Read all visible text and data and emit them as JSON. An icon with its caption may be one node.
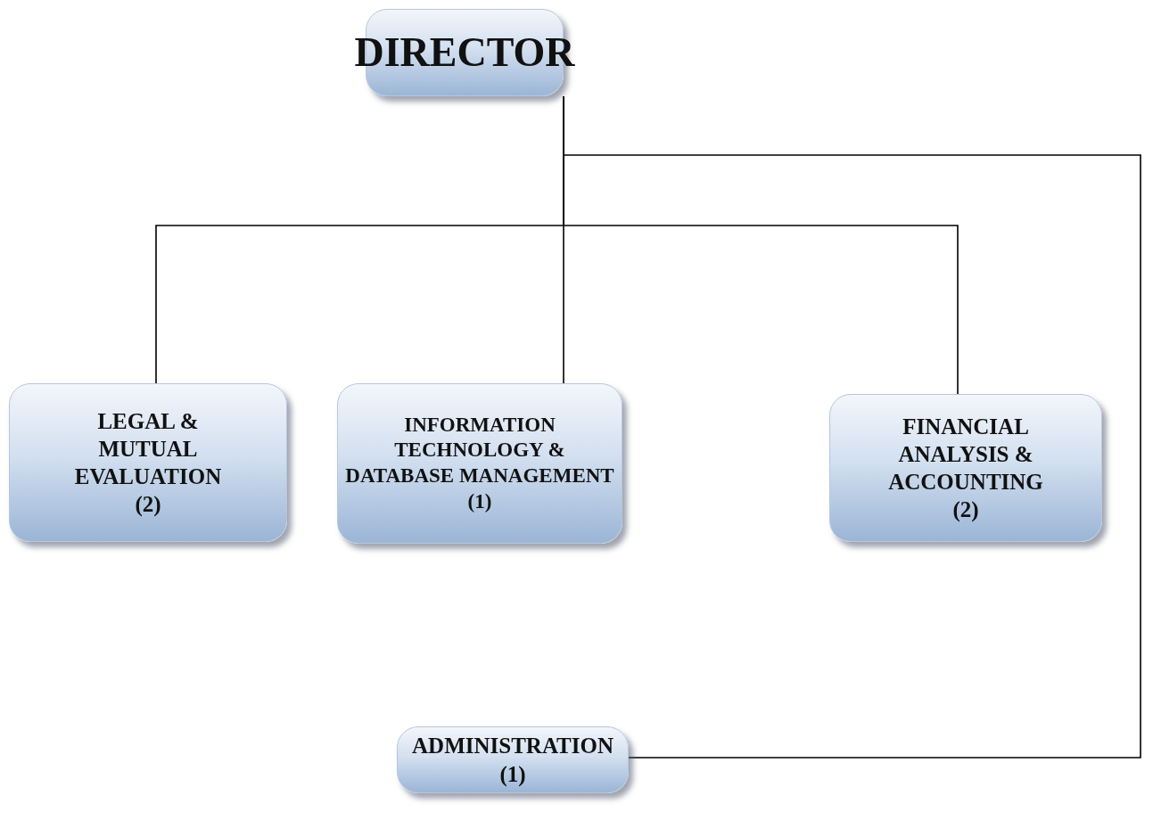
{
  "diagram": {
    "nodes": [
      {
        "text": [
          "DIRECTOR"
        ]
      },
      {
        "text": [
          "LEGAL & MUTUAL EVALUATION (2)"
        ]
      },
      {
        "text": [
          "INFORMATION TECHNOLOGY & DATABASE MANAGEMENT (1)"
        ]
      },
      {
        "text": [
          "FINANCIAL ANALYSIS & ACCOUNTING (2)"
        ]
      },
      {
        "text": [
          "ADMINISTRATION (1)"
        ]
      }
    ],
    "edges": [
      {
        "from": 0,
        "to": 1,
        "arrow": "none"
      },
      {
        "from": 0,
        "to": 2,
        "arrow": "none"
      },
      {
        "from": 0,
        "to": 3,
        "arrow": "none"
      },
      {
        "from": 0,
        "to": 4,
        "arrow": "none"
      }
    ]
  }
}
